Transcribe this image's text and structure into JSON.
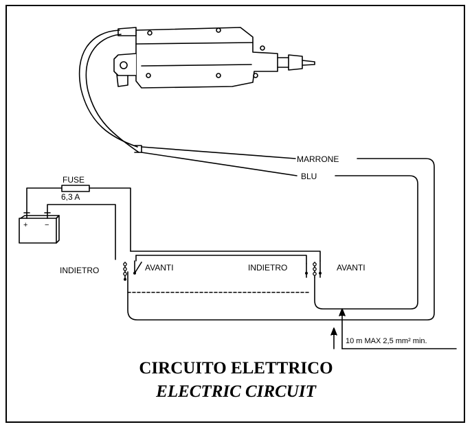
{
  "diagram": {
    "labels": {
      "fuse": "FUSE",
      "fuse_rating": "6,3 A",
      "battery_plus": "+",
      "battery_minus": "−",
      "indietro_left": "INDIETRO",
      "avanti_left": "AVANTI",
      "indietro_right": "INDIETRO",
      "avanti_right": "AVANTI",
      "marrone": "MARRONE",
      "blu": "BLU",
      "cable_spec": "10 m  MAX 2,5 mm² min."
    },
    "title_it": "CIRCUITO ELETTRICO",
    "title_en": "ELECTRIC CIRCUIT"
  }
}
